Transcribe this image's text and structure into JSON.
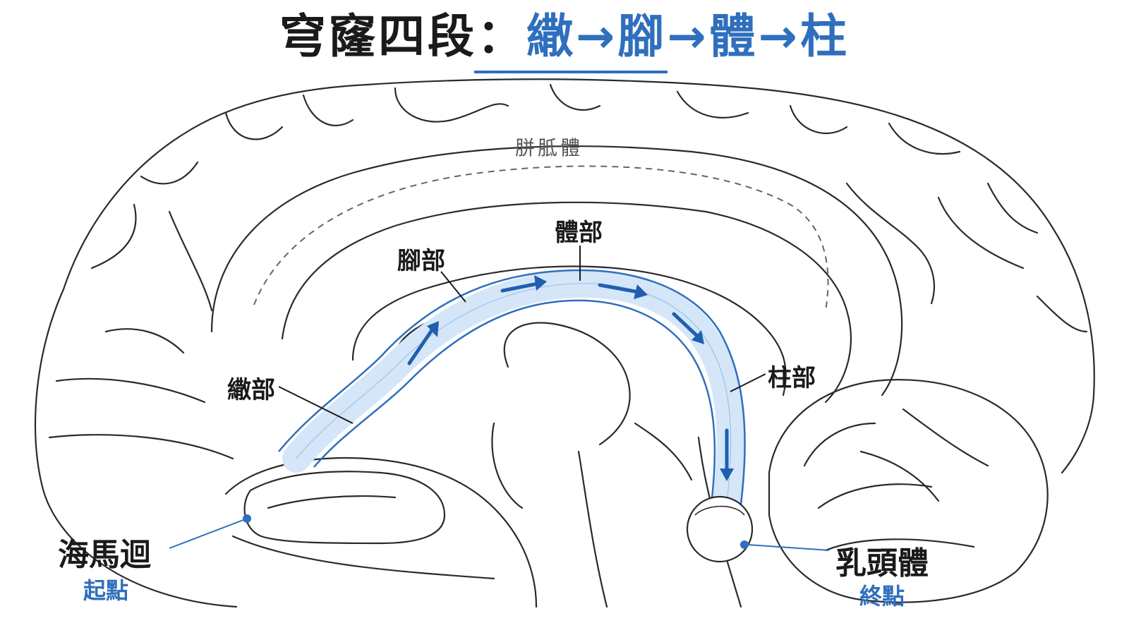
{
  "title": {
    "prefix": "穹窿四段：",
    "seg1": "繖",
    "arrow1": "→",
    "seg2": "腳",
    "arrow2": "→",
    "seg3": "體",
    "arrow3": "→",
    "seg4": "柱"
  },
  "labels": {
    "corpus_callosum": "胼胝體",
    "body": "體部",
    "crus": "腳部",
    "fimbria": "繖部",
    "column": "柱部",
    "hippocampus": "海馬迴",
    "hippocampus_sub": "起點",
    "mammillary": "乳頭體",
    "mammillary_sub": "終點"
  },
  "colors": {
    "accent": "#2f6fbd",
    "outline": "#2a2a2a",
    "fiber": "#9cc3ea"
  }
}
